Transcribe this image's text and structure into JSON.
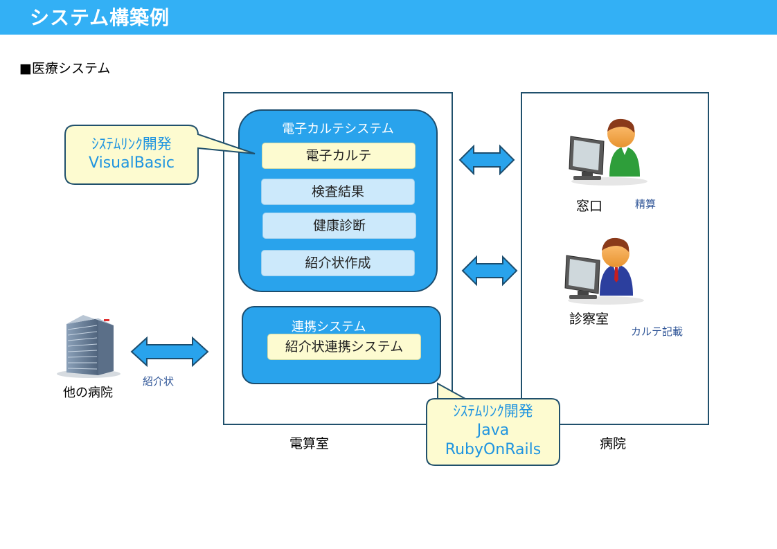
{
  "header": {
    "title": "システム構築例"
  },
  "section": {
    "heading": "■医療システム"
  },
  "computer_room": {
    "label": "電算室",
    "emr_system": {
      "title": "電子カルテシステム",
      "modules": [
        "電子カルテ",
        "検査結果",
        "健康診断",
        "紹介状作成"
      ]
    },
    "integration_system": {
      "title": "連携システム",
      "modules": [
        "紹介状連携システム"
      ]
    }
  },
  "hospital": {
    "label": "病院",
    "counter": {
      "label": "窓口",
      "note": "精算"
    },
    "exam_room": {
      "label": "診察室",
      "note": "カルテ記載"
    }
  },
  "other_hospital": {
    "label": "他の病院",
    "link_label": "紹介状"
  },
  "callouts": {
    "vb": {
      "line1": "ｼｽﾃﾑﾘﾝｸ開発",
      "line2": "VisualBasic"
    },
    "java": {
      "line1": "ｼｽﾃﾑﾘﾝｸ開発",
      "line2": "Java",
      "line3": "RubyOnRails"
    }
  },
  "colors": {
    "header": "#33b0f5",
    "system_box": "#29a3ec",
    "module_highlight": "#fdfbd0",
    "module": "#cce9fb",
    "arrow": "#29a3ec",
    "callout_fill": "#fdfbd0"
  }
}
